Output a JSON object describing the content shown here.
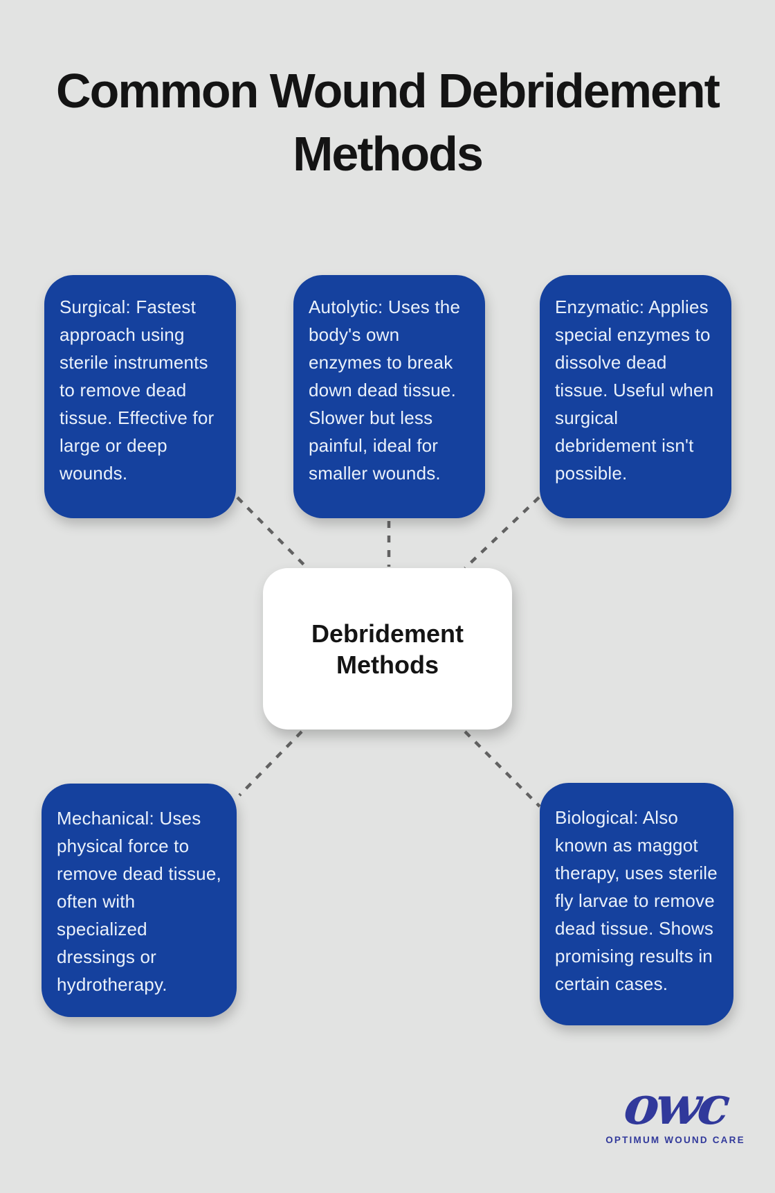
{
  "title": "Common Wound Debridement Methods",
  "center_node": {
    "label": "Debridement Methods"
  },
  "methods": [
    {
      "name": "surgical",
      "description": "Surgical: Fastest approach using sterile instruments to remove dead tissue. Effective for large or deep wounds."
    },
    {
      "name": "autolytic",
      "description": "Autolytic: Uses the body's own enzymes to break down dead tissue. Slower but less painful, ideal for smaller wounds."
    },
    {
      "name": "enzymatic",
      "description": "Enzymatic: Applies special enzymes to dissolve dead tissue. Useful when surgical debridement isn't possible."
    },
    {
      "name": "mechanical",
      "description": "Mechanical: Uses physical force to remove dead tissue, often with specialized dressings or hydrotherapy."
    },
    {
      "name": "biological",
      "description": "Biological: Also known as maggot therapy, uses sterile fly larvae to remove dead tissue. Shows promising results in certain cases."
    }
  ],
  "logo": {
    "wordmark": "owc",
    "tagline": "OPTIMUM WOUND CARE"
  },
  "colors": {
    "background": "#e2e3e2",
    "card_blue": "#15419e",
    "card_text": "#eaf1fa",
    "center_bg": "#ffffff",
    "center_text": "#141414",
    "title_text": "#141414",
    "connector_gray": "#616161",
    "logo_blue": "#31399b"
  }
}
